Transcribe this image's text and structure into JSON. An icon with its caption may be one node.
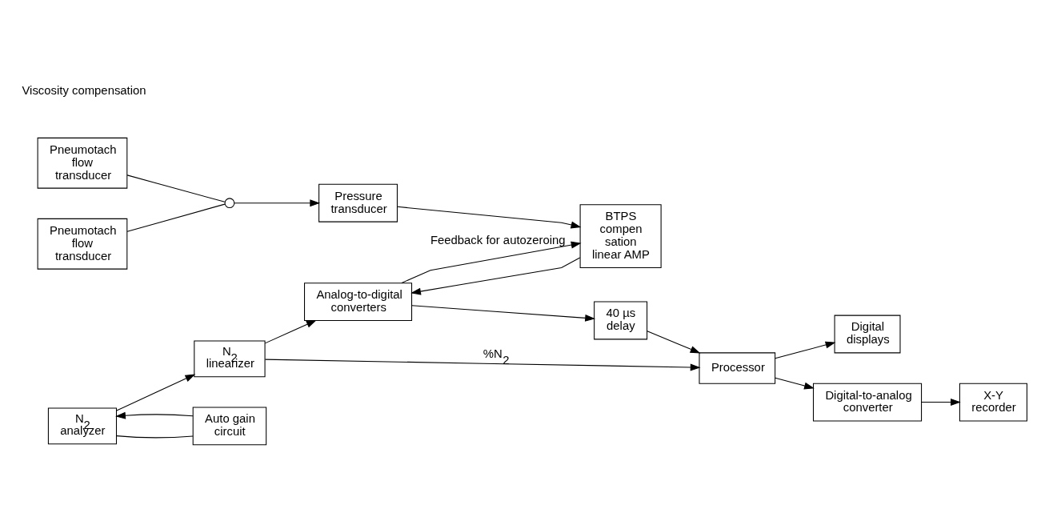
{
  "diagram": {
    "nodes": [
      {
        "text": [
          "N$_{2}$ analyzer"
        ]
      },
      {
        "text": [
          "N$_{2}$ linearizer"
        ]
      },
      {
        "text": [
          "Auto gain circuit"
        ]
      },
      {
        "text": [
          "Processor"
        ]
      },
      {
        "text": [
          "Digital displays"
        ]
      },
      {
        "text": [
          "Digital-to-analog converter"
        ]
      },
      {
        "text": [
          "X-Y recorder"
        ]
      },
      {
        "text": [
          "Pneumotach flow transducer"
        ]
      },
      {
        "text": [
          "Pneumotach flow transducer"
        ]
      },
      {
        "text": [],
        "shape": "circle"
      },
      {
        "text": [
          "Pressure transducer"
        ]
      },
      {
        "text": [
          "BTPS compen sation linear AMP"
        ]
      },
      {
        "text": [
          "Analog-to-digital converters"
        ]
      },
      {
        "text": [
          "40 µs delay"
        ]
      }
    ],
    "edges": [
      {
        "from": 0,
        "to": 1,
        "arrow": "to"
      },
      {
        "from": 0,
        "to": 2,
        "arrow": "none"
      },
      {
        "from": 2,
        "to": 0,
        "arrow": "to"
      },
      {
        "from": 1,
        "to": 3,
        "arrow": "to",
        "label": "%N$_{2}$"
      },
      {
        "from": 1,
        "to": 12,
        "arrow": "to"
      },
      {
        "from": 3,
        "to": 4,
        "arrow": "to"
      },
      {
        "from": 3,
        "to": 5,
        "arrow": "to"
      },
      {
        "from": 5,
        "to": 6,
        "arrow": "to"
      },
      {
        "from": 13,
        "to": 3,
        "arrow": "to"
      },
      {
        "from": 7,
        "to": 9,
        "arrow": "none"
      },
      {
        "from": 8,
        "to": 9,
        "arrow": "none"
      },
      {
        "from": 9,
        "to": 10,
        "arrow": "to"
      },
      {
        "from": 10,
        "to": 11,
        "arrow": "to"
      },
      {
        "from": 11,
        "to": 12,
        "arrow": "to"
      },
      {
        "from": 12,
        "to": 13,
        "arrow": "to"
      },
      {
        "from": 12,
        "to": 11,
        "arrow": "to",
        "label": "Feedback for autozeroing"
      }
    ],
    "labels": [
      "Viscosity compensation"
    ]
  }
}
